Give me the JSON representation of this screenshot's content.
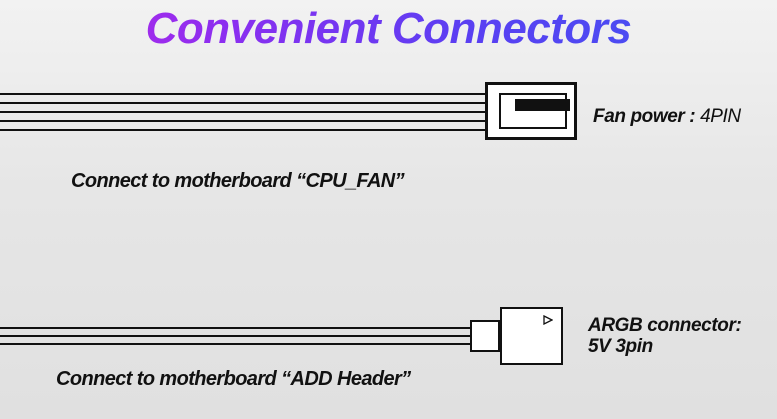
{
  "title": "Convenient Connectors",
  "fan": {
    "caption": "Connect to motherboard “CPU_FAN”",
    "label_name": "Fan power",
    "label_sep": " : ",
    "label_value": "4PIN"
  },
  "argb": {
    "caption": "Connect to motherboard “ADD Header”",
    "label_line1": "ARGB connector:",
    "label_line2": "5V 3pin"
  },
  "colors": {
    "title_gradient_start": "#c025e6",
    "title_gradient_end": "#3f56f2",
    "ink": "#111111",
    "background": "#e6e6e6"
  },
  "icons": {
    "fan_connector": "4-pin-connector-icon",
    "argb_connector": "3-pin-connector-icon",
    "argb_marker": "triangle-marker-icon"
  }
}
